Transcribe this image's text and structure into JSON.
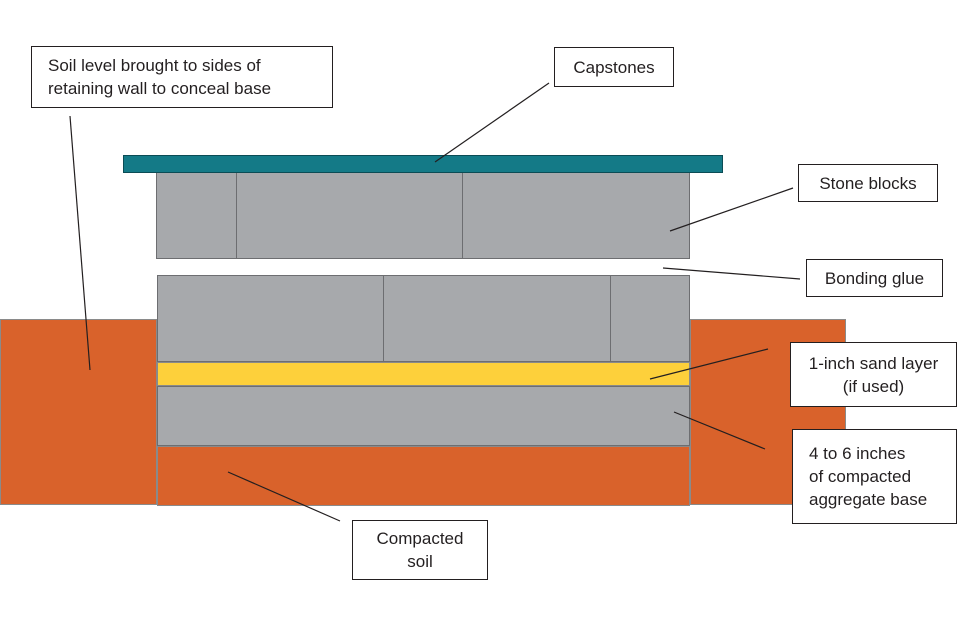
{
  "colors": {
    "soil": "#d9622b",
    "stone": "#a7a9ac",
    "sand": "#fdd03b",
    "capstone": "#147a87"
  },
  "labels": {
    "soil_level": "Soil level brought to sides of\nretaining wall to conceal base",
    "capstones": "Capstones",
    "stone_blocks": "Stone blocks",
    "bonding_glue": "Bonding glue",
    "sand_layer": "1-inch sand layer\n(if used)",
    "aggregate_base": "4 to 6 inches\nof compacted\naggregate base",
    "compacted_soil": "Compacted\nsoil"
  }
}
